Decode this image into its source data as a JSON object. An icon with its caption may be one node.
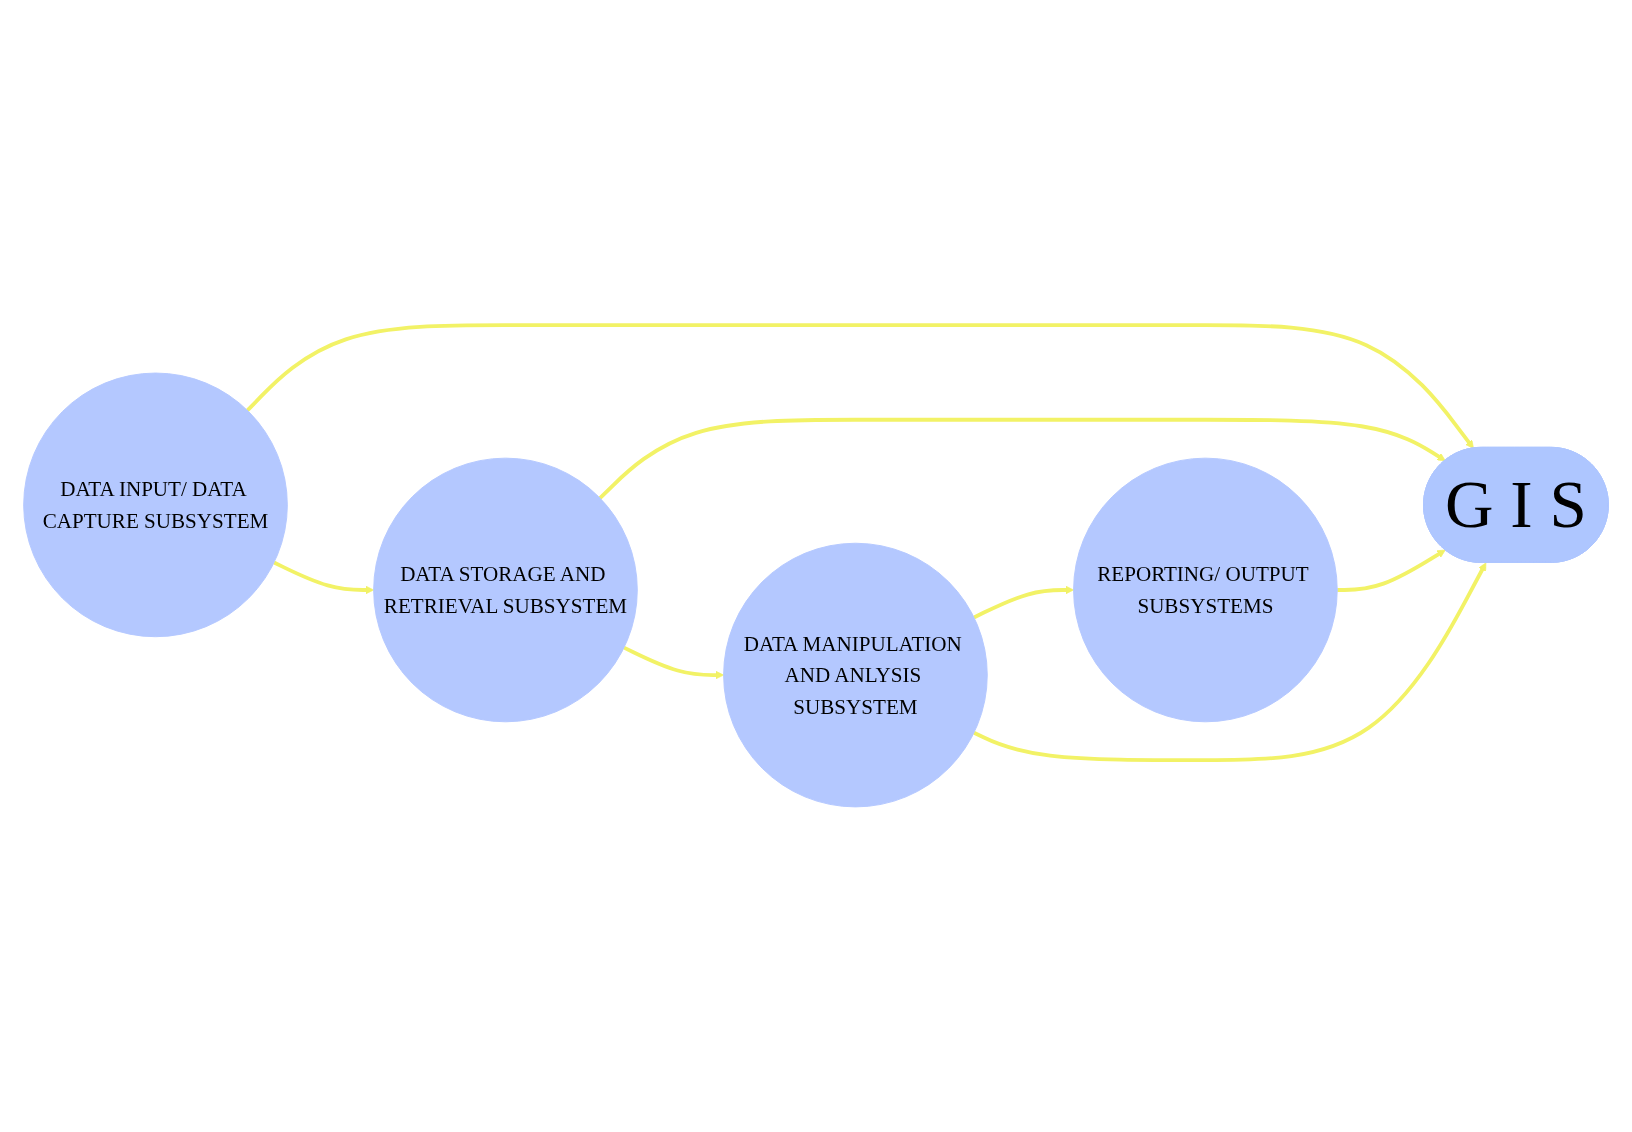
{
  "diagram": {
    "nodes": [
      {
        "text": [
          "REPORTING/ OUTPUT SUBSYSTEMS"
        ]
      },
      {
        "text": [
          "G I S"
        ]
      },
      {
        "text": [
          "DATA INPUT/ DATA CAPTURE SUBSYSTEM"
        ]
      },
      {
        "text": [
          "DATA MANIPULATION AND ANLYSIS SUBSYSTEM"
        ]
      },
      {
        "text": [
          "DATA STORAGE AND RETRIEVAL SUBSYSTEM"
        ]
      }
    ],
    "edges": [
      {
        "from": 0,
        "to": 1,
        "arrow": "to"
      },
      {
        "from": 2,
        "to": 1,
        "arrow": "to"
      },
      {
        "from": 3,
        "to": 0,
        "arrow": "to"
      },
      {
        "from": 2,
        "to": 4,
        "arrow": "to"
      },
      {
        "from": 3,
        "to": 1,
        "arrow": "to"
      },
      {
        "from": 4,
        "to": 1,
        "arrow": "to"
      },
      {
        "from": 4,
        "to": 3,
        "arrow": "to"
      }
    ]
  }
}
